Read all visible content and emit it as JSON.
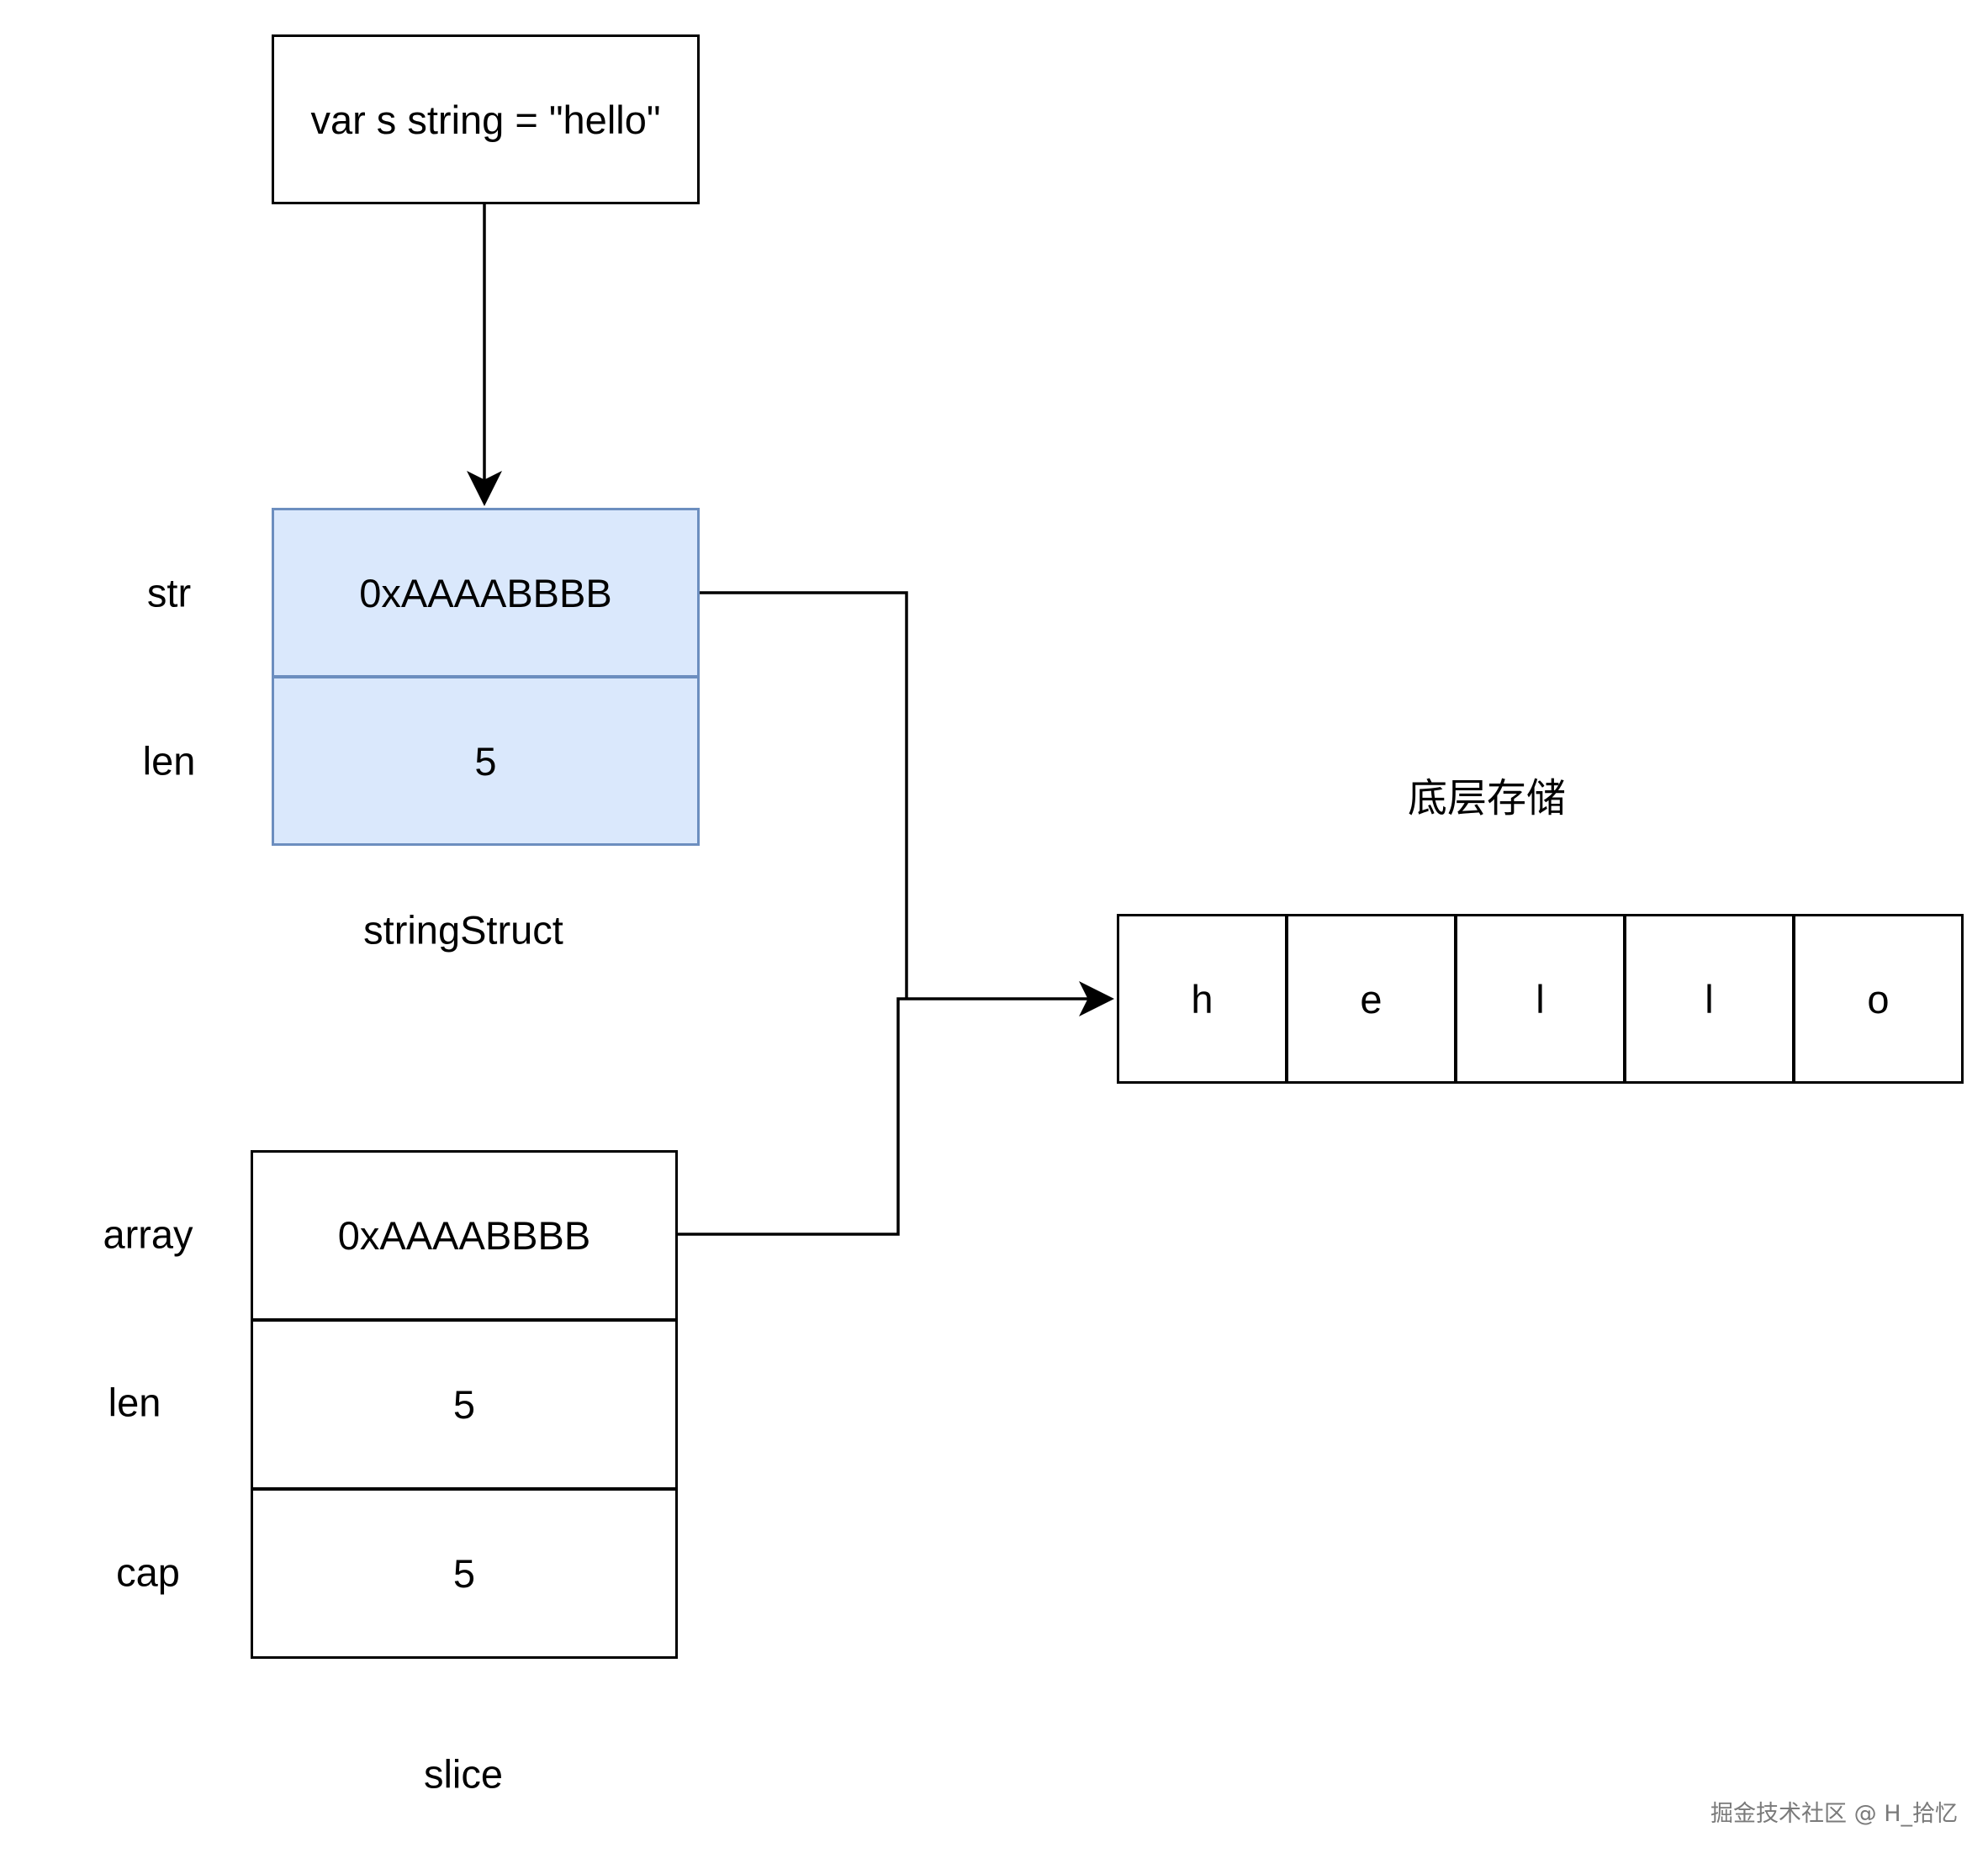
{
  "declaration": {
    "text": "var s string = \"hello\""
  },
  "string_struct": {
    "fields": [
      {
        "label": "str",
        "value": "0xAAAABBBB"
      },
      {
        "label": "len",
        "value": "5"
      }
    ],
    "caption": "stringStruct",
    "fill": "#dae8fc",
    "stroke": "#6c8ebf"
  },
  "storage": {
    "title": "底层存储",
    "chars": [
      "h",
      "e",
      "l",
      "l",
      "o"
    ]
  },
  "slice": {
    "fields": [
      {
        "label": "array",
        "value": "0xAAAABBBB"
      },
      {
        "label": "len",
        "value": "5"
      },
      {
        "label": "cap",
        "value": "5"
      }
    ],
    "caption": "slice"
  },
  "watermark": "掘金技术社区 @ H_拾忆"
}
